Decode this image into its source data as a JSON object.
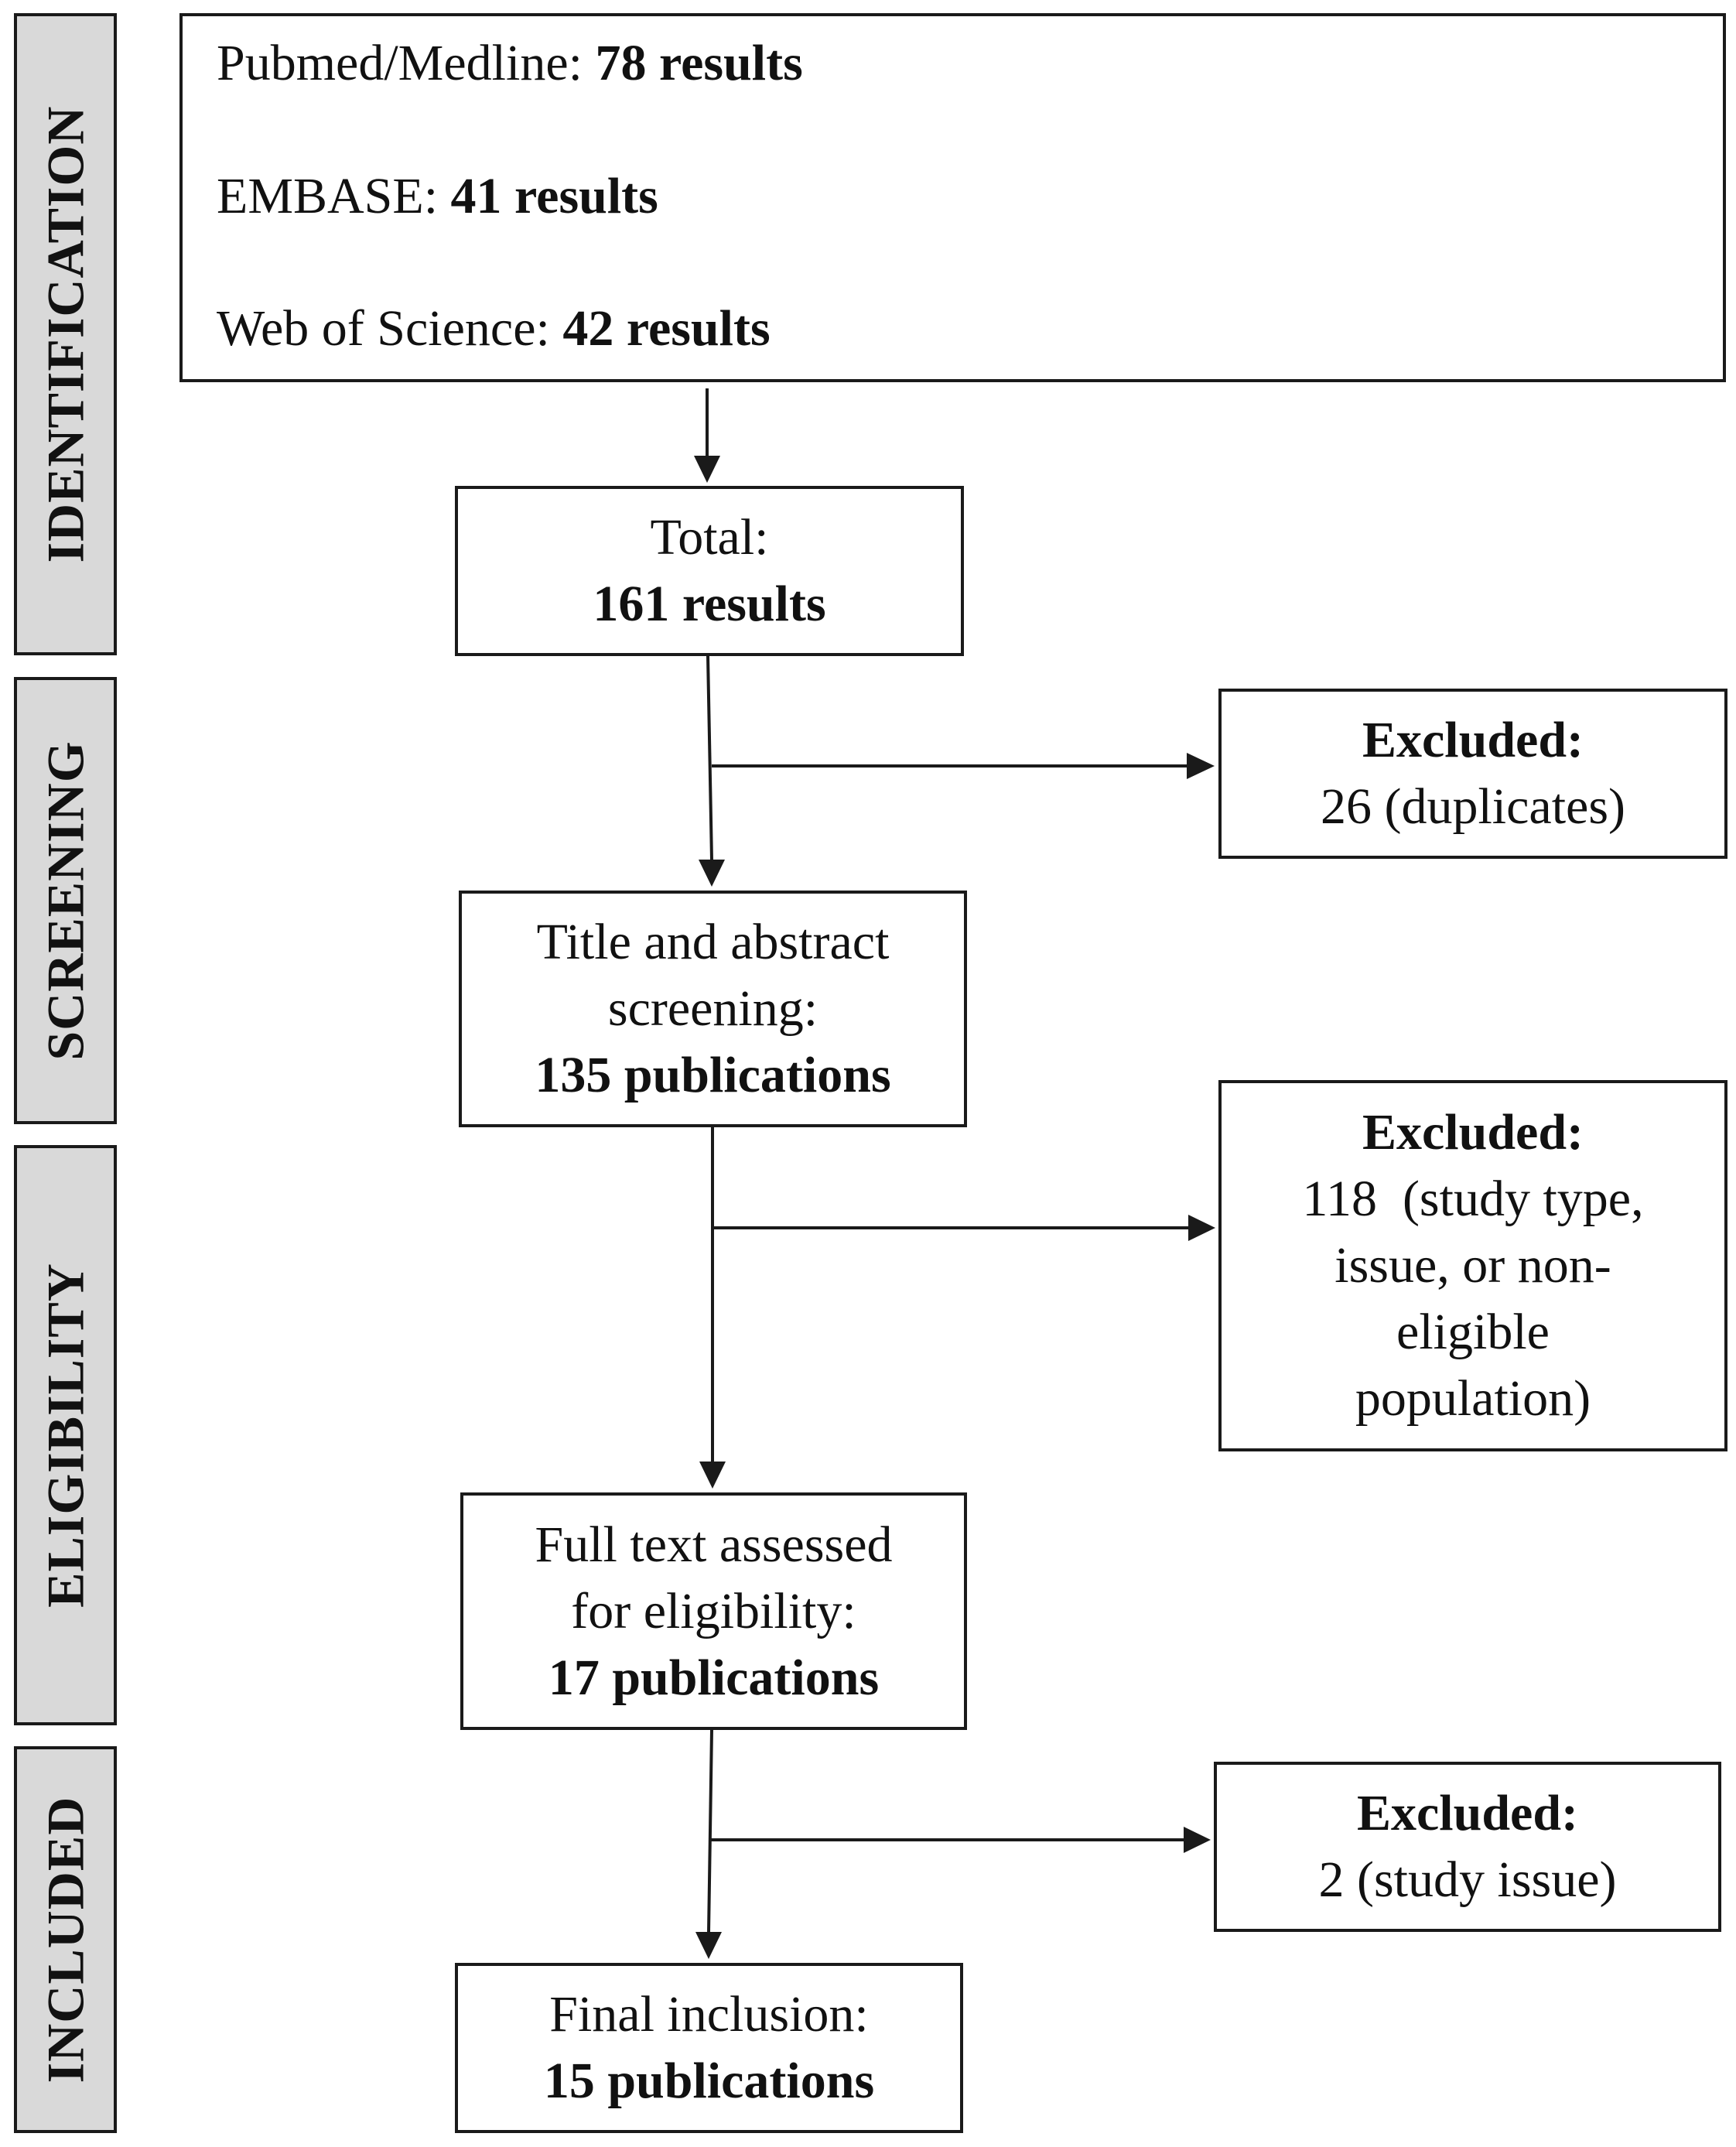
{
  "phases": {
    "identification": "IDENTIFICATION",
    "screening": "SCREENING",
    "eligibility": "ELIGIBILITY",
    "included": "INCLUDED"
  },
  "sources": [
    {
      "name": "Pubmed/Medline:",
      "count": "78 results"
    },
    {
      "name": "EMBASE:",
      "count": "41 results"
    },
    {
      "name": "Web of Science:",
      "count": "42 results"
    }
  ],
  "total": {
    "label": "Total:",
    "count": "161 results"
  },
  "screening": {
    "line1": "Title and abstract",
    "line2": "screening:",
    "count": "135 publications"
  },
  "excluded_duplicates": {
    "label": "Excluded:",
    "detail": "26 (duplicates)"
  },
  "excluded_screening": {
    "label": "Excluded:",
    "lines": [
      "118  (study type,",
      "issue, or non-",
      "eligible",
      "population)"
    ]
  },
  "fulltext": {
    "line1": "Full text assessed",
    "line2": "for eligibility:",
    "count": "17 publications"
  },
  "excluded_fulltext": {
    "label": "Excluded:",
    "detail": "2 (study issue)"
  },
  "final": {
    "label": "Final inclusion:",
    "count": "15 publications"
  }
}
